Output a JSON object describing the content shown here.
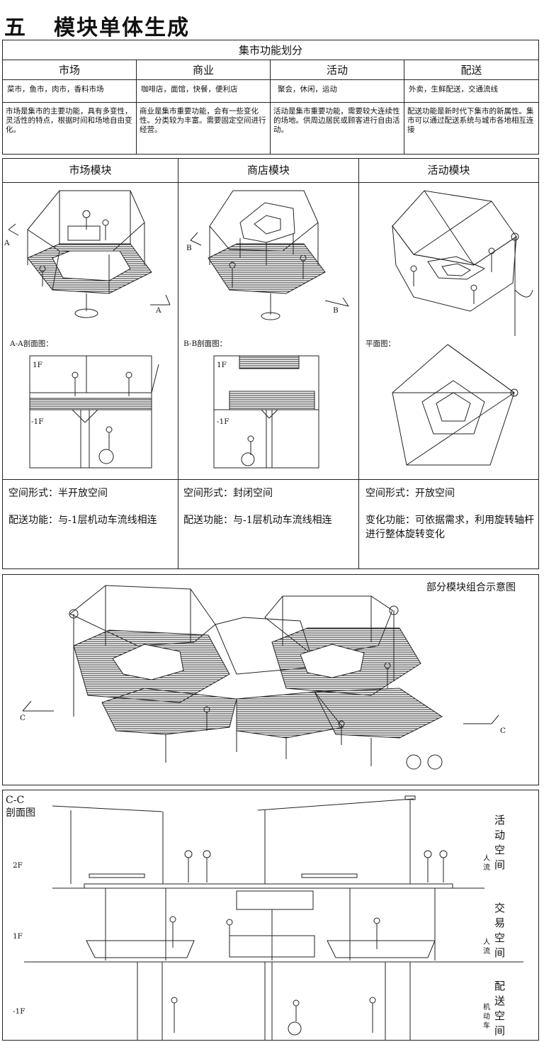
{
  "title": {
    "number": "五",
    "text": "模块单体生成"
  },
  "function_table": {
    "header": "集市功能划分",
    "columns": [
      {
        "name": "市场",
        "items": "菜市，鱼市，肉市，香料市场",
        "desc": "市场是集市的主要功能，具有多变性，灵活性的特点，根据时间和场地自由变化。"
      },
      {
        "name": "商业",
        "items": "咖啡店，面馆，快餐，便利店",
        "desc": "商业是集市重要功能，会有一些变化性。分类较为丰富。需要固定空间进行经营。"
      },
      {
        "name": "活动",
        "items": "聚会，休闲，运动",
        "desc": "活动是集市重要功能，需要较大连续性的场地。供周边居民或顾客进行自由活动。"
      },
      {
        "name": "配送",
        "items": "外卖，生鲜配送，交通流线",
        "desc": "配送功能是新时代下集市的新属性。集市可以通过配送系统与城市各地相互连接"
      }
    ]
  },
  "modules": [
    {
      "name": "市场模块",
      "cut_label_1": "A",
      "cut_label_2": "A",
      "section_title": "A-A剖面图：",
      "floor_1": "1F",
      "floor_2": "-1F",
      "space_form": "空间形式：半开放空间",
      "function_text": "配送功能：与-1层机动车流线相连"
    },
    {
      "name": "商店模块",
      "cut_label_1": "B",
      "cut_label_2": "B",
      "section_title": "B-B剖面图：",
      "floor_1": "1F",
      "floor_2": "-1F",
      "space_form": "空间形式：封闭空间",
      "function_text": "配送功能：与-1层机动车流线相连"
    },
    {
      "name": "活动模块",
      "section_title": "平面图：",
      "space_form": "空间形式：开放空间",
      "function_text": "变化功能：可依据需求，利用旋转轴杆进行整体旋转变化"
    }
  ],
  "combination": {
    "title": "部分模块组合示意图",
    "cut_left": "C",
    "cut_right": "C"
  },
  "cc_section": {
    "title_1": "C-C",
    "title_2": "剖面图",
    "floors": [
      "2F",
      "1F",
      "-1F"
    ],
    "zones": [
      {
        "name": "活动空间",
        "flow": "人流"
      },
      {
        "name": "交易空间",
        "flow": "人流"
      },
      {
        "name": "配送空间",
        "flow": "机动车"
      }
    ]
  }
}
